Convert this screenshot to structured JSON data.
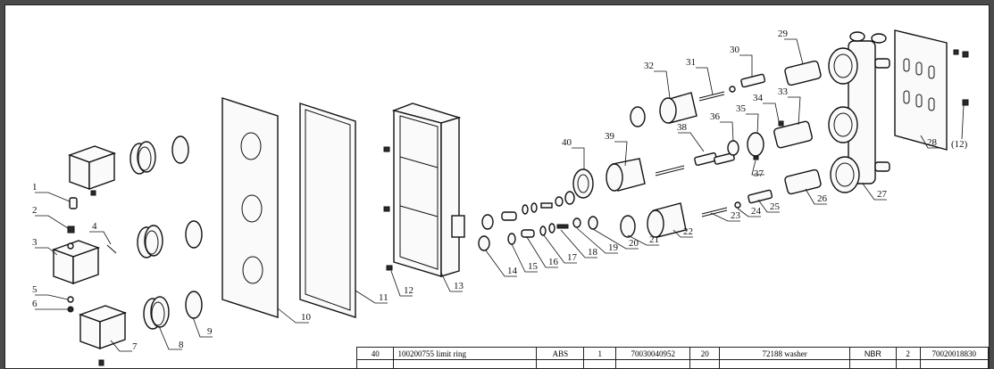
{
  "labels": [
    "1",
    "2",
    "3",
    "4",
    "5",
    "6",
    "7",
    "8",
    "9",
    "10",
    "11",
    "12",
    "13",
    "14",
    "15",
    "16",
    "17",
    "18",
    "19",
    "20",
    "21",
    "22",
    "23",
    "24",
    "25",
    "26",
    "27",
    "28",
    "29",
    "30",
    "31",
    "32",
    "33",
    "34",
    "35",
    "36",
    "37",
    "38",
    "39",
    "40",
    "(12)"
  ],
  "bom": {
    "rows": [
      {
        "no": "40",
        "desc": "100200755 limit ring",
        "material": "ABS",
        "qty": "1",
        "code": "70030040952",
        "no2": "20",
        "desc2": "72188 washer",
        "material2": "NBR",
        "qty2": "2",
        "code2": "70020018830"
      },
      {
        "no": "",
        "desc": "",
        "material": "",
        "qty": "",
        "code": "",
        "no2": "",
        "desc2": "",
        "material2": "",
        "qty2": "",
        "code2": ""
      }
    ]
  }
}
